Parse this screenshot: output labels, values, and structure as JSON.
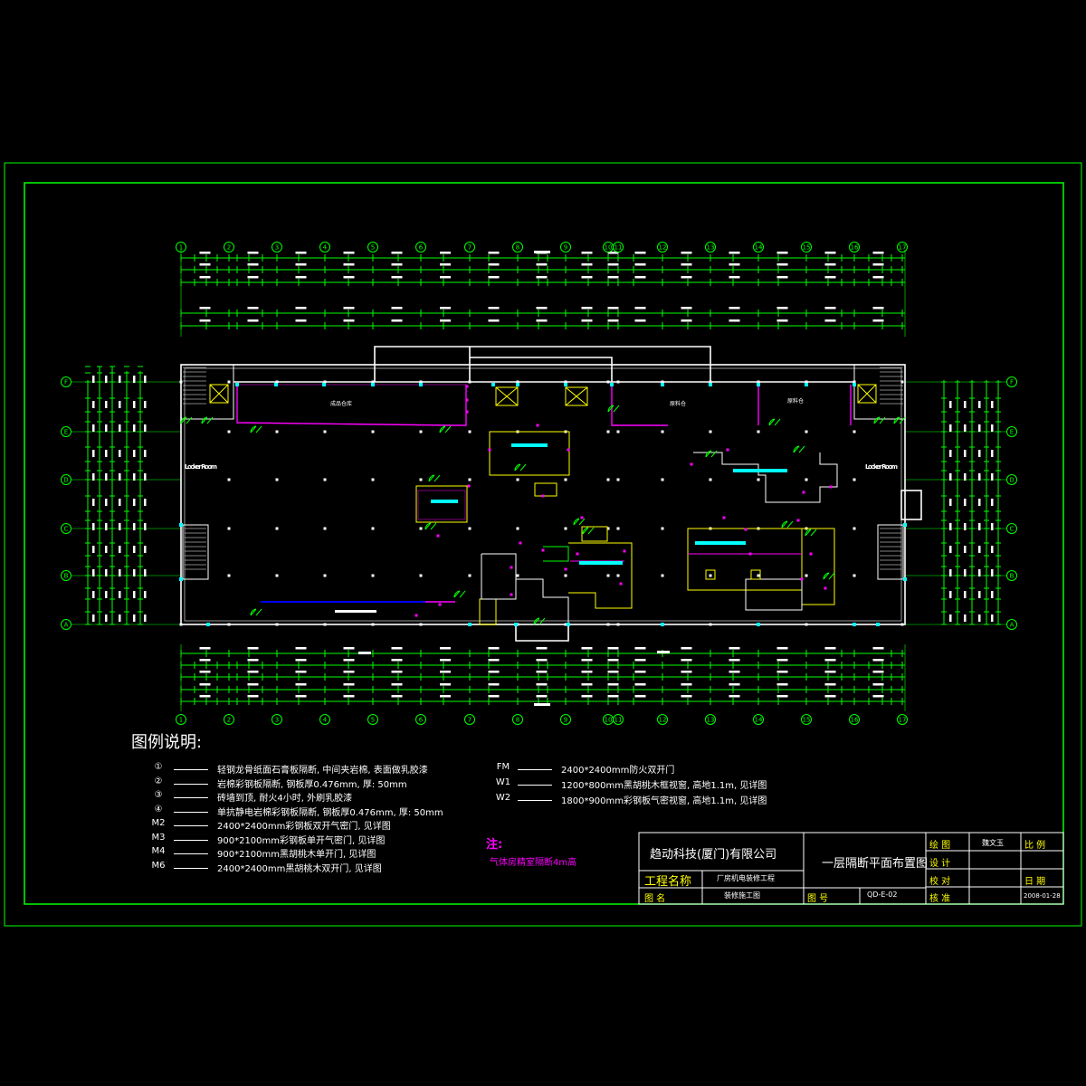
{
  "axis_labels_top": [
    "1",
    "2",
    "3",
    "4",
    "5",
    "6",
    "7",
    "8",
    "9",
    "10",
    "11",
    "12",
    "13",
    "14",
    "15",
    "16",
    "17"
  ],
  "axis_labels_side": [
    "F",
    "E",
    "D",
    "C",
    "B",
    "A"
  ],
  "rooms": {
    "r1": "成品仓库",
    "r2": "原料仓",
    "r3": "原料仓",
    "locker_left": "Locker Room",
    "locker_right": "Locker Room"
  },
  "legend": {
    "title": "图例说明:",
    "items": [
      {
        "mark": "①",
        "text": "轻钢龙骨纸面石膏板隔断, 中间夹岩棉, 表面做乳胶漆"
      },
      {
        "mark": "②",
        "text": "岩棉彩钢板隔断, 钢板厚0.476mm, 厚: 50mm"
      },
      {
        "mark": "③",
        "text": "砖墙到顶, 耐火4小时, 外刷乳胶漆"
      },
      {
        "mark": "④",
        "text": "单抗静电岩棉彩钢板隔断, 钢板厚0.476mm, 厚: 50mm"
      },
      {
        "mark": "M2",
        "text": "2400*2400mm彩钢板双开气密门, 见详图"
      },
      {
        "mark": "M3",
        "text": "900*2100mm彩钢板单开气密门, 见详图"
      },
      {
        "mark": "M4",
        "text": "900*2100mm黑胡桃木单开门, 见详图"
      },
      {
        "mark": "M6",
        "text": "2400*2400mm黑胡桃木双开门, 见详图"
      }
    ],
    "items_right": [
      {
        "mark": "FM",
        "text": "2400*2400mm防火双开门"
      },
      {
        "mark": "W1",
        "text": "1200*800mm黑胡桃木框视窗, 高地1.1m, 见详图"
      },
      {
        "mark": "W2",
        "text": "1800*900mm彩钢板气密视窗, 高地1.1m, 见详图"
      }
    ]
  },
  "note": {
    "label": "注:",
    "text": "气体房精室隔断4m高"
  },
  "title_block": {
    "company": "趋动科技(厦门)有限公司",
    "drawing_title": "一层隔断平面布置图",
    "project_label": "工程名称",
    "project_value": "厂房机电装修工程",
    "figure_label": "图   名",
    "figure_value": "装修施工图",
    "fig_no_label": "图   号",
    "fig_no_value": "QD-E-02",
    "draw_label": "绘   图",
    "draw_value": "魏文玉",
    "design_label": "设   计",
    "check_label": "校   对",
    "approve_label": "核   准",
    "scale_label": "比   例",
    "date_label": "日   期",
    "date_value": "2008-01-28"
  },
  "colors": {
    "frame": "#00ff00",
    "wall": "#ffffff",
    "partition": "#ff00ff",
    "equipment": "#ffff00",
    "door": "#00ff00",
    "cyan": "#00ffff",
    "blue": "#0000ff"
  }
}
